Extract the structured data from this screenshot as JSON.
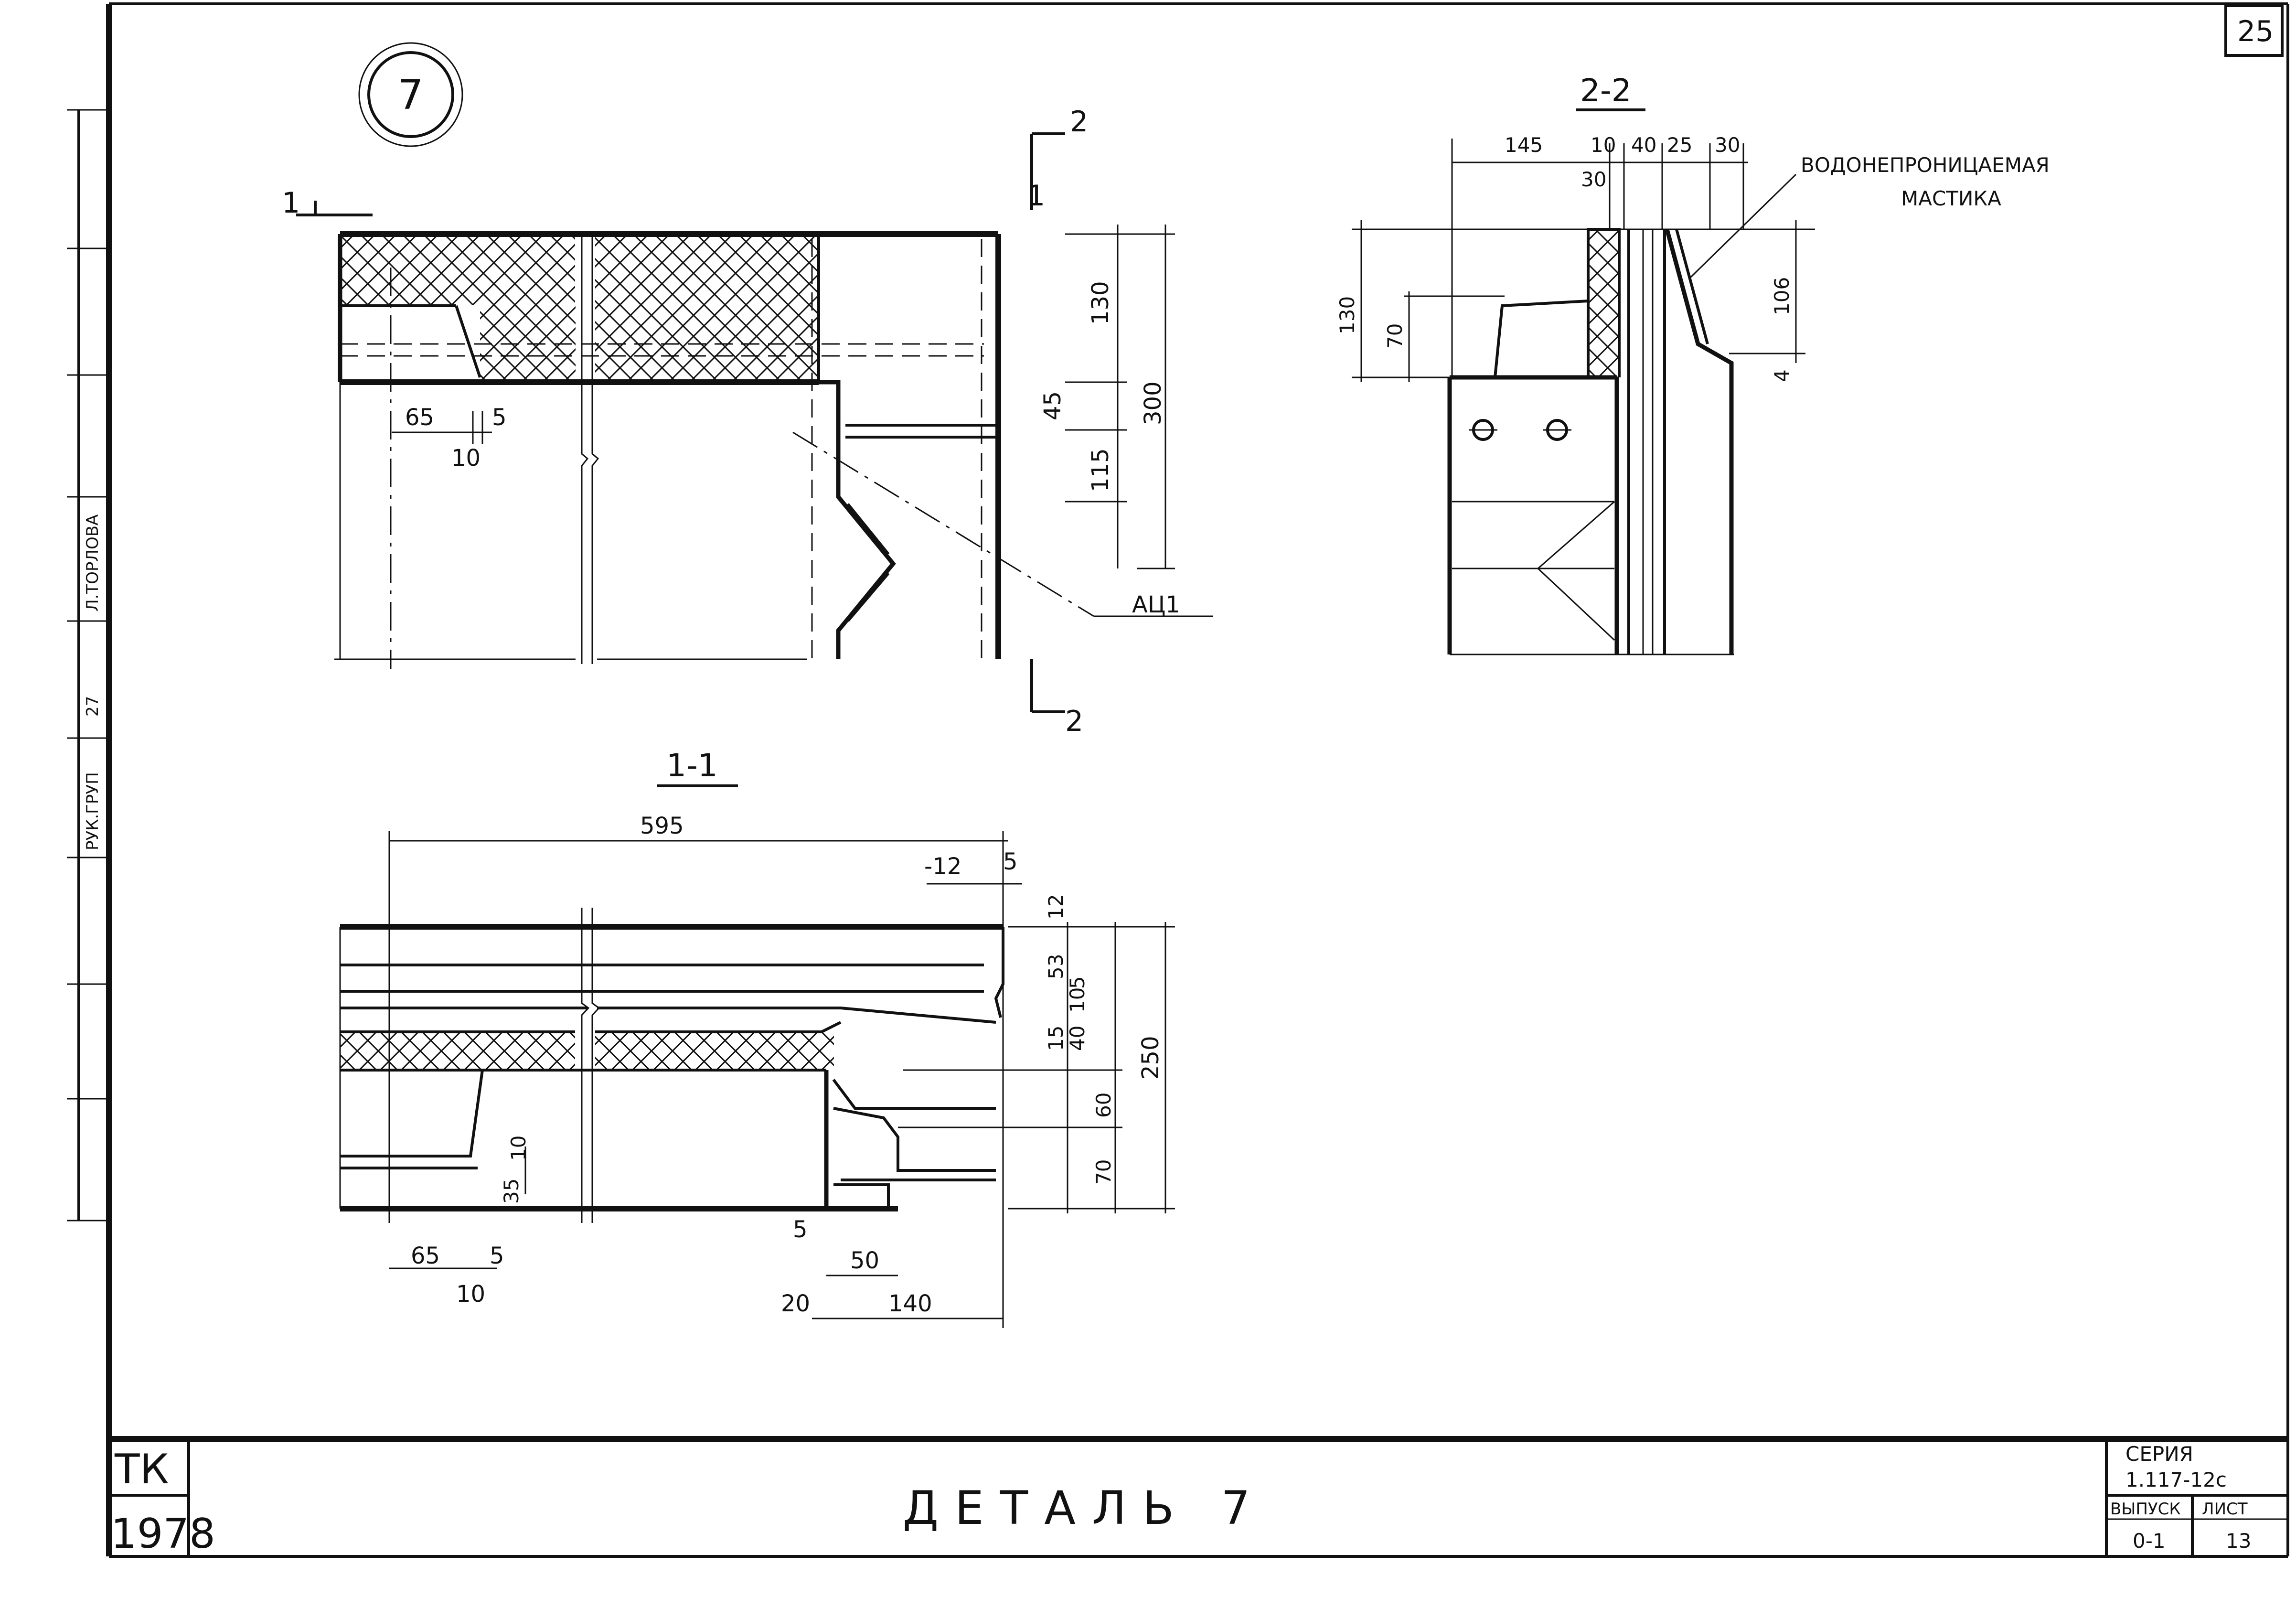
{
  "sheet": {
    "page_number": "25",
    "detail_marker": "7",
    "title": "ДЕТАЛЬ 7",
    "org_code": "ТК",
    "year": "1978",
    "series_label": "СЕРИЯ",
    "series_value": "1.117-12с",
    "issue_label": "ВЫПУСК",
    "issue_value": "0-1",
    "sheet_label": "ЛИСТ",
    "sheet_value": "13"
  },
  "side_stamp": {
    "role1": "РУК.ГРУП",
    "sign1": "27",
    "name1": "Л.ТОРЛОВА"
  },
  "elevation": {
    "cut_1": "1",
    "cut_2": "2",
    "dims": [
      "65",
      "5",
      "10",
      "130",
      "45",
      "300",
      "115"
    ],
    "rebar_label": "АЦ1"
  },
  "section_2_2": {
    "title": "2-2",
    "dims": [
      "145",
      "10",
      "40",
      "25",
      "30",
      "30",
      "130",
      "70",
      "106",
      "4"
    ],
    "note_line1": "ВОДОНЕПРОНИЦАЕМАЯ",
    "note_line2": "МАСТИКА"
  },
  "section_1_1": {
    "title": "1-1",
    "dims": [
      "595",
      "-12",
      "5",
      "12",
      "53",
      "5",
      "10",
      "15",
      "40",
      "60",
      "250",
      "70",
      "10",
      "35",
      "65",
      "5",
      "10",
      "5",
      "50",
      "20",
      "140"
    ]
  }
}
